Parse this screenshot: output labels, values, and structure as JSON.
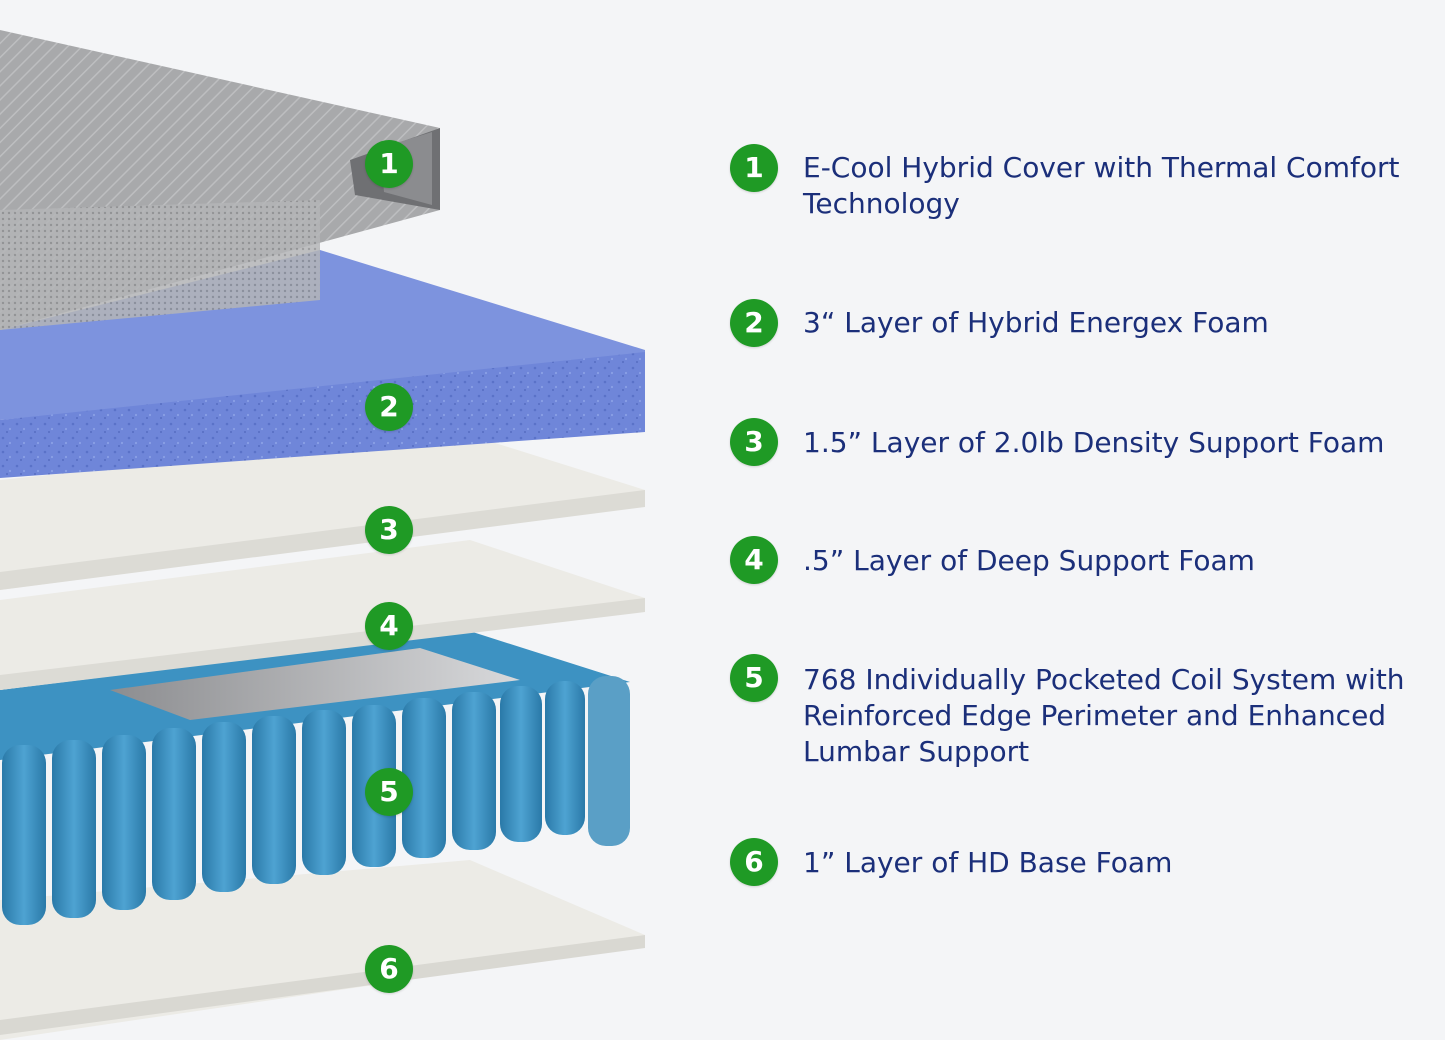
{
  "layers": [
    {
      "number": "1",
      "label": "E-Cool Hybrid Cover with Thermal Comfort Technology"
    },
    {
      "number": "2",
      "label": "3“ Layer of Hybrid Energex Foam"
    },
    {
      "number": "3",
      "label": "1.5” Layer of 2.0lb Density Support Foam"
    },
    {
      "number": "4",
      "label": ".5” Layer of Deep Support Foam"
    },
    {
      "number": "5",
      "label": "768 Individually Pocketed Coil System with Reinforced Edge Perimeter and Enhanced Lumbar Support"
    },
    {
      "number": "6",
      "label": "1” Layer of HD Base Foam"
    }
  ],
  "colors": {
    "badge": "#1f9a25",
    "text": "#1b2f7a",
    "cover": "#a9aaac",
    "energex_foam": "#6f86d9",
    "support_foam": "#e9e8e3",
    "coils": "#3a8fbf",
    "background": "#f4f5f7"
  }
}
